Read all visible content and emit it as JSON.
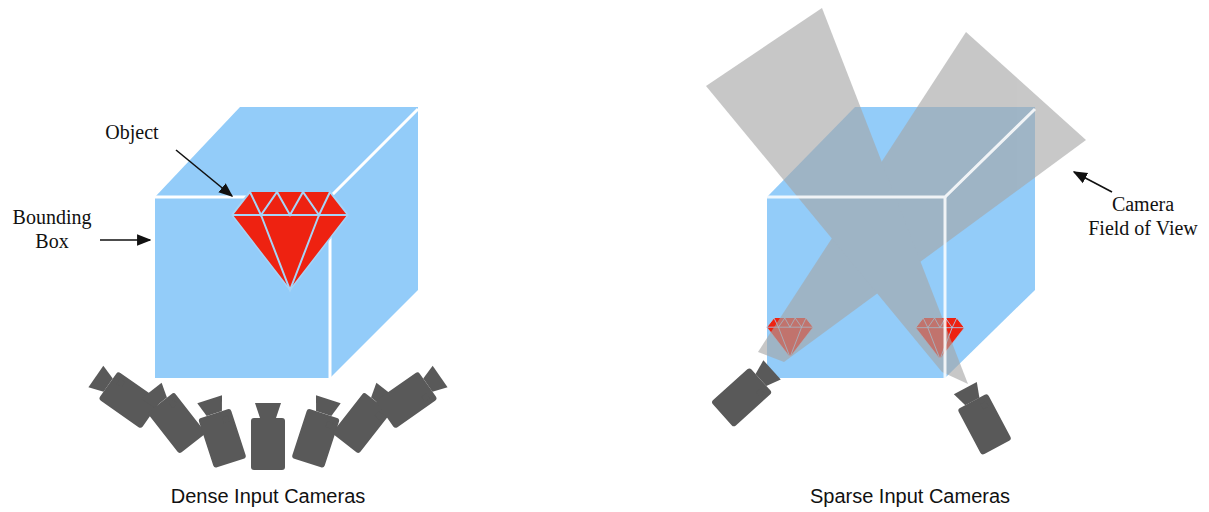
{
  "diagram": {
    "labels": [
      "Object",
      "Bounding Box",
      "Camera Field of View",
      "Dense Input Cameras",
      "Sparse Input Cameras"
    ]
  }
}
